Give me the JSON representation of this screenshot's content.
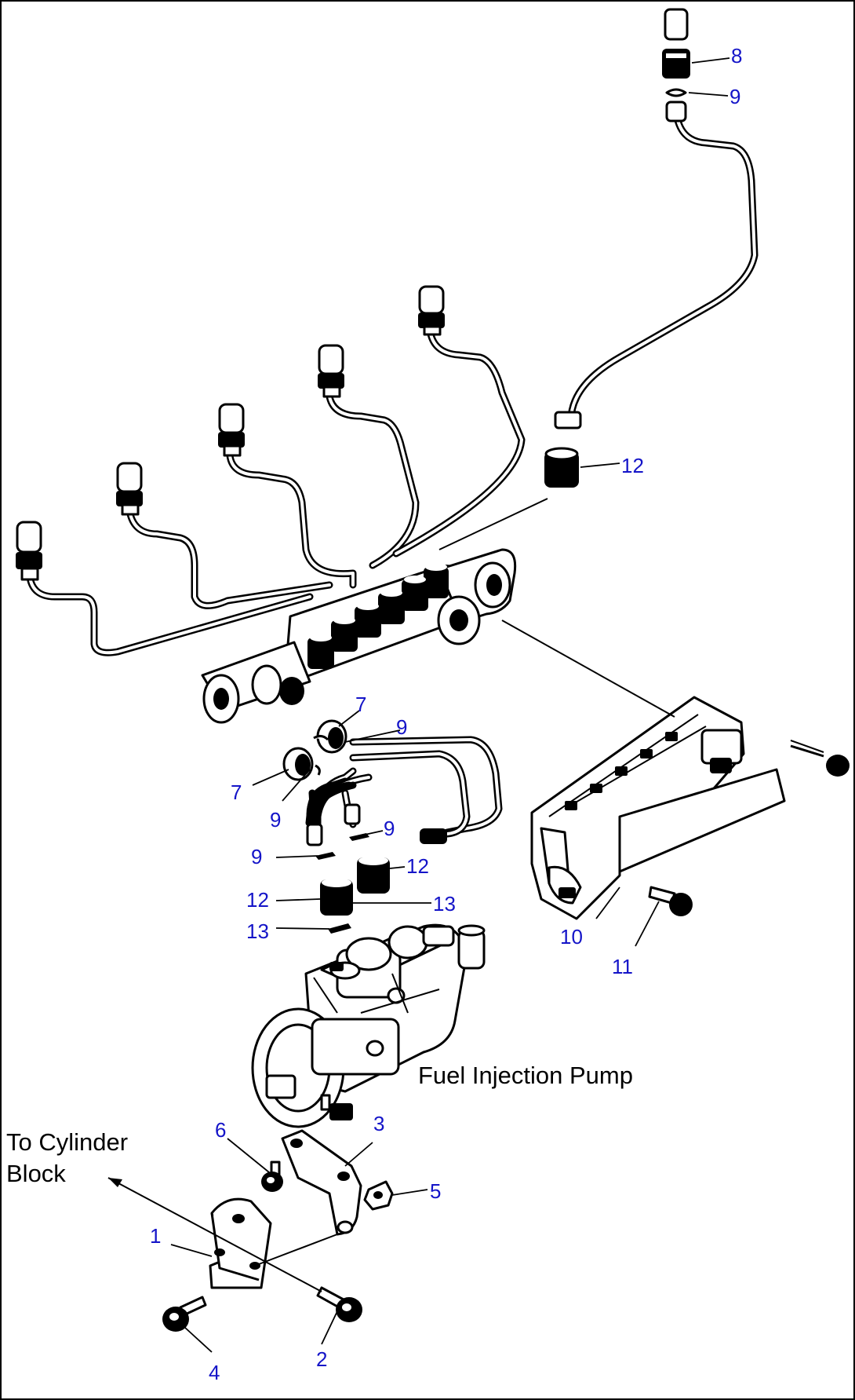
{
  "labels": {
    "fuel_injection_pump": "Fuel Injection Pump",
    "to_cylinder_block_line1": "To Cylinder",
    "to_cylinder_block_line2": "Block"
  },
  "callouts": {
    "c1": "1",
    "c2": "2",
    "c3": "3",
    "c4": "4",
    "c5": "5",
    "c6": "6",
    "c7a": "7",
    "c7b": "7",
    "c8": "8",
    "c9a": "9",
    "c9b": "9",
    "c9c": "9",
    "c9d": "9",
    "c9e": "9",
    "c10": "10",
    "c11": "11",
    "c12a": "12",
    "c12b": "12",
    "c12c": "12",
    "c13a": "13",
    "c13b": "13"
  },
  "colors": {
    "callout": "#1414c8",
    "line": "#000000",
    "background": "#ffffff"
  }
}
